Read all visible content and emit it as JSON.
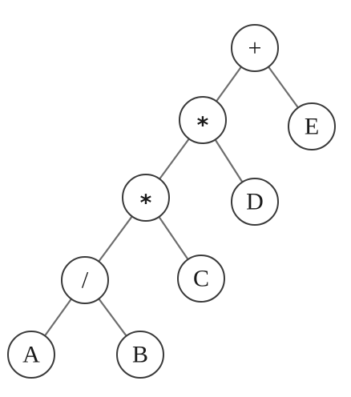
{
  "tree": {
    "nodes": [
      {
        "id": "plus",
        "label": "+",
        "kind": "operator",
        "name": "node-plus"
      },
      {
        "id": "star1",
        "label": "*",
        "kind": "operator",
        "name": "node-multiply-upper"
      },
      {
        "id": "E",
        "label": "E",
        "kind": "operand",
        "name": "node-e"
      },
      {
        "id": "star2",
        "label": "*",
        "kind": "operator",
        "name": "node-multiply-lower"
      },
      {
        "id": "D",
        "label": "D",
        "kind": "operand",
        "name": "node-d"
      },
      {
        "id": "slash",
        "label": "/",
        "kind": "operator",
        "name": "node-divide"
      },
      {
        "id": "C",
        "label": "C",
        "kind": "operand",
        "name": "node-c"
      },
      {
        "id": "A",
        "label": "A",
        "kind": "operand",
        "name": "node-a"
      },
      {
        "id": "B",
        "label": "B",
        "kind": "operand",
        "name": "node-b"
      }
    ],
    "edges": [
      {
        "from": "plus",
        "to": "star1"
      },
      {
        "from": "plus",
        "to": "E"
      },
      {
        "from": "star1",
        "to": "star2"
      },
      {
        "from": "star1",
        "to": "D"
      },
      {
        "from": "star2",
        "to": "slash"
      },
      {
        "from": "star2",
        "to": "C"
      },
      {
        "from": "slash",
        "to": "A"
      },
      {
        "from": "slash",
        "to": "B"
      }
    ]
  }
}
